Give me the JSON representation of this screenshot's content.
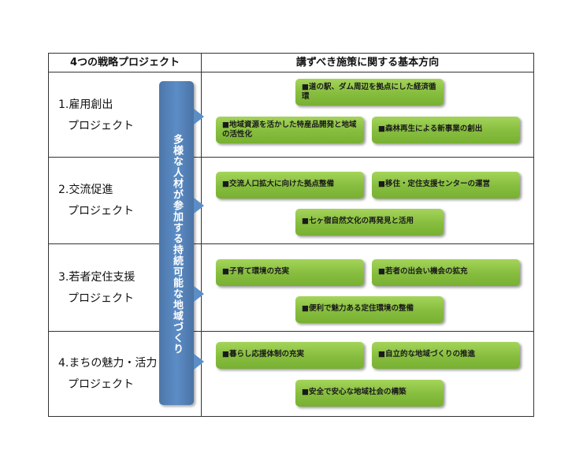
{
  "header": {
    "col1": "4つの戦略プロジェクト",
    "col2": "講ずべき施策に関する基本方向"
  },
  "banner": "多様な人材が参加する持続可能な地域づくり",
  "projects": [
    {
      "line1": "1.雇用創出",
      "line2": "プロジェクト"
    },
    {
      "line1": "2.交流促進",
      "line2": "プロジェクト"
    },
    {
      "line1": "3.若者定住支援",
      "line2": "プロジェクト"
    },
    {
      "line1": "4.まちの魅力・活力",
      "line2": "プロジェクト"
    }
  ],
  "measures": [
    [
      "■道の駅、ダム周辺を拠点にした経済循環",
      "■地域資源を活かした特産品開発と地域の活性化",
      "■森林再生による新事業の創出"
    ],
    [
      "■交流人口拡大に向けた拠点整備",
      "■移住・定住支援センターの運営",
      "■七ヶ宿自然文化の再発見と活用"
    ],
    [
      "■子育て環境の充実",
      "■若者の出会い機会の拡充",
      "■便利で魅力ある定住環境の整備"
    ],
    [
      "■暮らし応援体制の充実",
      "■自立的な地域づくりの推進",
      "■安全で安心な地域社会の構築"
    ]
  ]
}
